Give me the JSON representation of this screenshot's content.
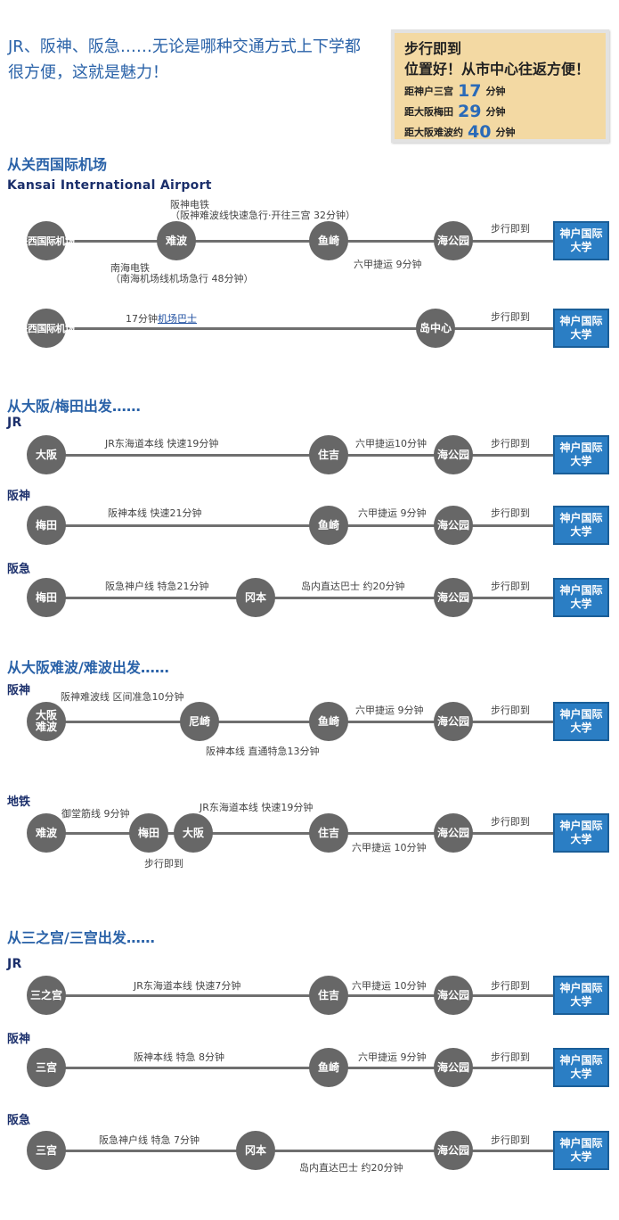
{
  "intro": {
    "line1": "JR、阪神、阪急……无论是哪种交通方式上下学都",
    "line2": "很方便，这就是魅力！"
  },
  "info": {
    "heading1": "步行即到",
    "heading2": "位置好！从市中心往返方便！",
    "rows": [
      {
        "label": "距神户三宫",
        "value": "17",
        "unit": "分钟"
      },
      {
        "label": "距大阪梅田",
        "value": "29",
        "unit": "分钟"
      },
      {
        "label": "距大阪难波约",
        "value": "40",
        "unit": "分钟"
      }
    ]
  },
  "common": {
    "walk": "步行即到",
    "dest_line1": "神户国际",
    "dest_line2": "大学"
  },
  "kansai": {
    "title": "从关西国际机场",
    "subtitle": "Kansai International Airport",
    "route1": {
      "stations": [
        "关西国际机场",
        "难波",
        "鱼崎",
        "海公园"
      ],
      "label_hanshin_company": "阪神电铁",
      "label_hanshin_detail": "（阪神难波线快速急行·开往三宫 32分钟）",
      "label_nankai_company": "南海电铁",
      "label_nankai_detail": "（南海机场线机场急行 48分钟）",
      "label_rokko": "六甲捷运 9分钟"
    },
    "route2": {
      "stations": [
        "关西国际机场",
        "岛中心"
      ],
      "bus_time": "17分钟",
      "bus_link": "机场巴士"
    }
  },
  "osaka": {
    "title": "从大阪/梅田出发……",
    "jr": {
      "line_name": "JR",
      "stations": [
        "大阪",
        "住吉",
        "海公园"
      ],
      "label1": "JR东海道本线 快速19分钟",
      "label2": "六甲捷运10分钟"
    },
    "hanshin": {
      "line_name": "阪神",
      "stations": [
        "梅田",
        "鱼崎",
        "海公园"
      ],
      "label1": "阪神本线 快速21分钟",
      "label2": "六甲捷运 9分钟"
    },
    "hankyu": {
      "line_name": "阪急",
      "stations": [
        "梅田",
        "冈本",
        "海公园"
      ],
      "label1": "阪急神户线 特急21分钟",
      "label2": "岛内直达巴士 约20分钟"
    }
  },
  "namba": {
    "title": "从大阪难波/难波出发……",
    "hanshin": {
      "line_name": "阪神",
      "stations": [
        "大阪难波",
        "尼崎",
        "鱼崎",
        "海公园"
      ],
      "label1": "阪神难波线 区间准急10分钟",
      "label2": "阪神本线 直通特急13分钟",
      "label3": "六甲捷运 9分钟"
    },
    "subway": {
      "line_name": "地铁",
      "stations": [
        "难波",
        "梅田",
        "大阪",
        "住吉",
        "海公园"
      ],
      "label1": "御堂筋线 9分钟",
      "label2": "JR东海道本线 快速19分钟",
      "label_walk": "步行即到",
      "label3": "六甲捷运 10分钟"
    }
  },
  "sannomiya": {
    "title": "从三之宫/三宫出发……",
    "jr": {
      "line_name": "JR",
      "stations": [
        "三之宫",
        "住吉",
        "海公园"
      ],
      "label1": "JR东海道本线 快速7分钟",
      "label2": "六甲捷运 10分钟"
    },
    "hanshin": {
      "line_name": "阪神",
      "stations": [
        "三宫",
        "鱼崎",
        "海公园"
      ],
      "label1": "阪神本线 特急 8分钟",
      "label2": "六甲捷运 9分钟"
    },
    "hankyu": {
      "line_name": "阪急",
      "stations": [
        "三宫",
        "冈本",
        "海公园"
      ],
      "label1": "阪急神户线 特急 7分钟",
      "label2": "岛内直达巴士 约20分钟"
    }
  },
  "colors": {
    "heading_blue": "#2a62a8",
    "station_gray": "#676767",
    "dest_blue": "#2b7ec4",
    "info_bg": "#f3d9a3"
  }
}
